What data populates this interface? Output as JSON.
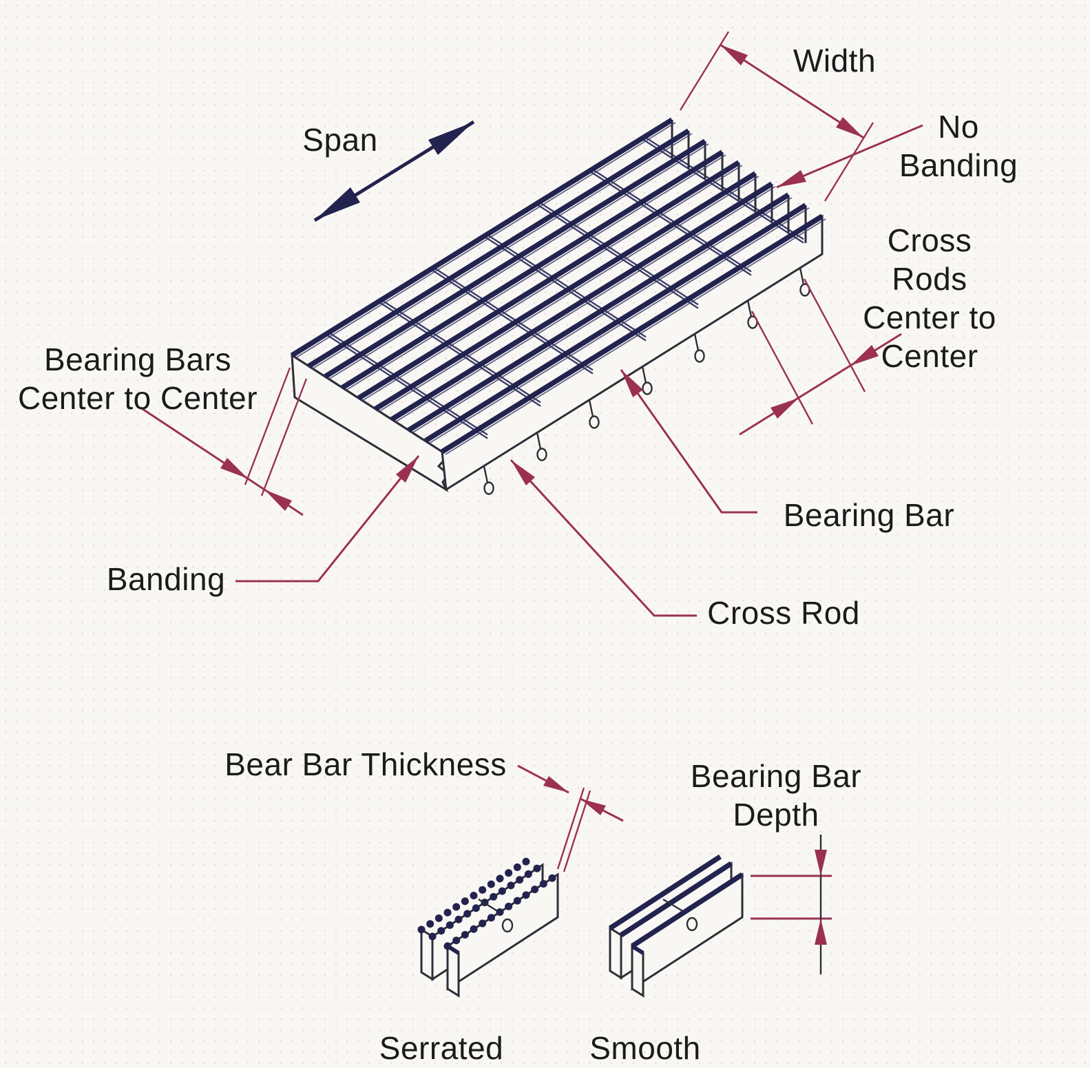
{
  "colors": {
    "paper": "#f8f7f4",
    "dot": "#ecdcdc",
    "ink": "#2e2e38",
    "navy": "#23234f",
    "steel": "#3d3d68",
    "maroon": "#9b3152",
    "text": "#1b1b1b"
  },
  "labels": {
    "span": "Span",
    "width": "Width",
    "no_banding": "No\nBanding",
    "cross_rods_c2c": "Cross Rods\nCenter to Center",
    "bearing_bars_c2c": "Bearing Bars\nCenter to Center",
    "bearing_bar": "Bearing Bar",
    "banding": "Banding",
    "cross_rod": "Cross Rod",
    "bear_bar_thickness": "Bear Bar Thickness",
    "bearing_bar_depth": "Bearing Bar\nDepth",
    "serrated": "Serrated",
    "smooth": "Smooth"
  }
}
